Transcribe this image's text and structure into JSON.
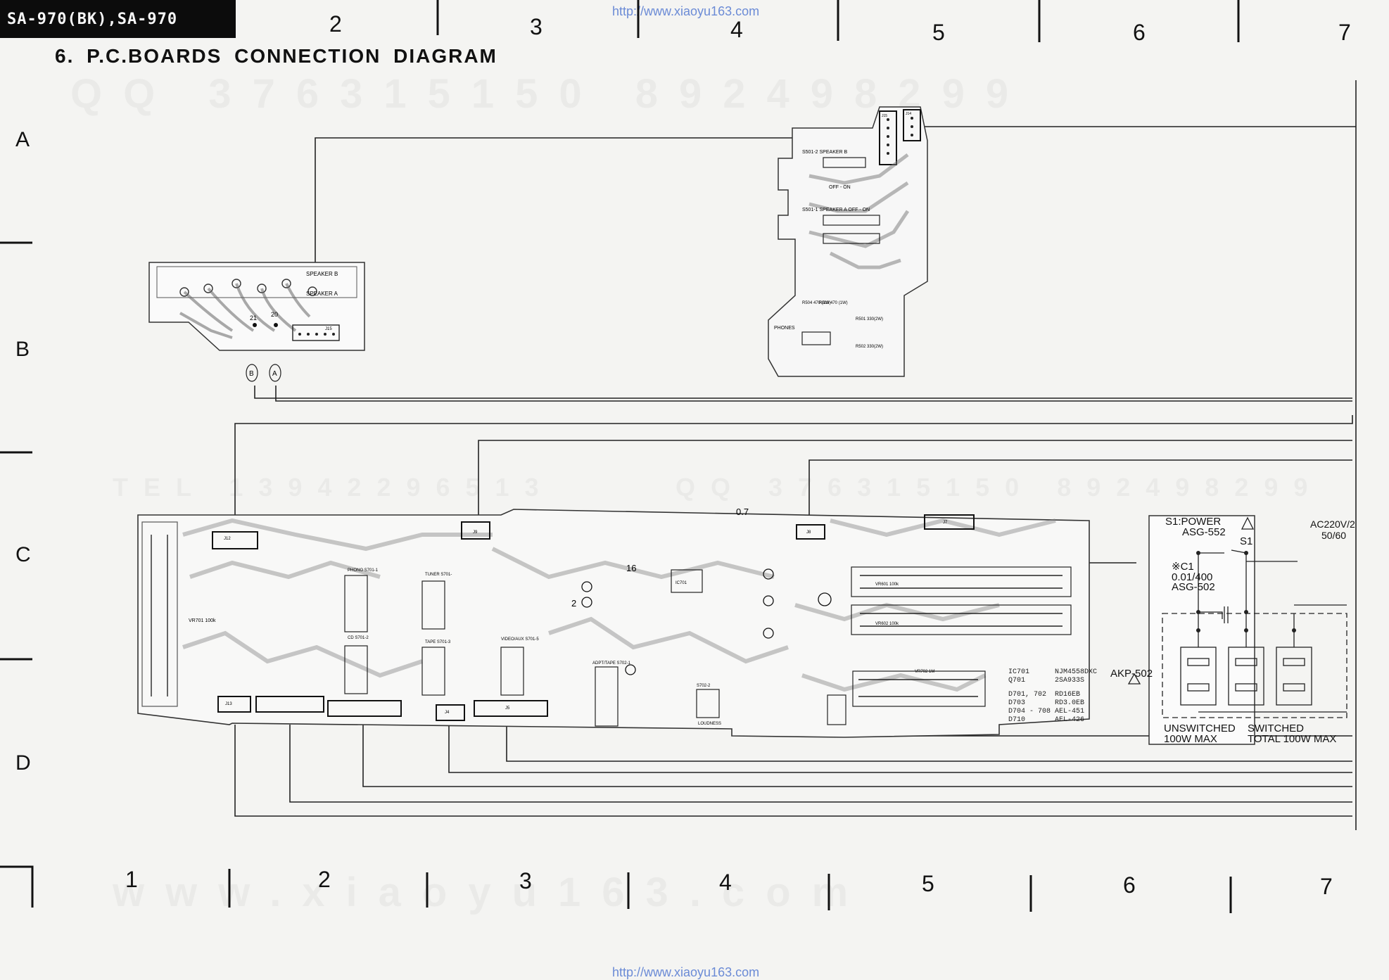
{
  "header": {
    "model": "SA-970(BK),SA-970",
    "title": "6. P.C.BOARDS CONNECTION DIAGRAM",
    "url_top": "http://www.xiaoyu163.com",
    "url_bottom": "http://www.xiaoyu163.com"
  },
  "grid": {
    "top_columns": [
      "2",
      "3",
      "4",
      "5",
      "6",
      "7"
    ],
    "bottom_columns": [
      "1",
      "2",
      "3",
      "4",
      "5",
      "6",
      "7"
    ],
    "rows": [
      "A",
      "B",
      "C",
      "D"
    ]
  },
  "watermarks": {
    "top": "QQ 376315150 892498299",
    "middle_left": "TEL 13942296513",
    "middle_right": "QQ 376315150 892498299",
    "bottom": "www.xiaoyu163.com"
  },
  "speaker_board": {
    "label_b": "SPEAKER B",
    "label_a": "SPEAKER A",
    "pin_21": "21",
    "pin_20": "20",
    "conn_b": "B",
    "conn_a": "A",
    "jack": "J15"
  },
  "speaker_switch_board": {
    "j15": "J15",
    "j14": "J14",
    "s501_2": "S501-2 SPEAKER B",
    "off_on_1": "OFF - ON",
    "s501_1": "S501-1 SPEAKER A OFF - ON",
    "r504": "R504 470 (1W)",
    "r503": "R503 470 (1W)",
    "r501": "R501 330(2W)",
    "r502": "R502 330(2W)",
    "phones": "PHONES"
  },
  "main_board": {
    "vr701": "VR701 100k",
    "phono": "PHONO S701-1",
    "cd": "CD S701-2",
    "tuner": "TUNER S701-",
    "tape": "TAPE S701-3",
    "video_aux": "VIDEO/AUX S701-5",
    "adpt_tape": "ADPT/TAPE S702-1",
    "loudness": "LOUDNESS",
    "s702_2": "S702-2",
    "ic701": "IC701",
    "vr601": "VR601 100k",
    "vr602": "VR602 100k",
    "vr702": "VR702 1M",
    "level_07": "0.7",
    "level_16": "16",
    "level_2": "2",
    "j12": "J12",
    "j13": "J13",
    "j5": "J5",
    "j4": "J4",
    "j8": "J8",
    "j7": "J7",
    "j9": "J9"
  },
  "parts_legend": [
    {
      "ref": "IC701",
      "part": "NJM4558DXC"
    },
    {
      "ref": "Q701",
      "part": "2SA933S"
    },
    {
      "ref": "D701, 702",
      "part": "RD16EB"
    },
    {
      "ref": "D703",
      "part": "RD3.0EB"
    },
    {
      "ref": "D704 - 708",
      "part": "AEL-451"
    },
    {
      "ref": "D710",
      "part": "AEL-426"
    }
  ],
  "power_section": {
    "switch_label": "S1:POWER",
    "switch_part": "ASG-552",
    "switch_ref": "S1",
    "cap_label": "※C1",
    "cap_value": "0.01/400",
    "cap_part": "ASG-502",
    "ac_label": "AC220V/2",
    "ac_freq": "50/60",
    "outlet_part": "AKP-502",
    "unswitched": "UNSWITCHED",
    "unswitched_max": "100W MAX",
    "switched": "SWITCHED",
    "switched_max": "TOTAL 100W MAX"
  }
}
